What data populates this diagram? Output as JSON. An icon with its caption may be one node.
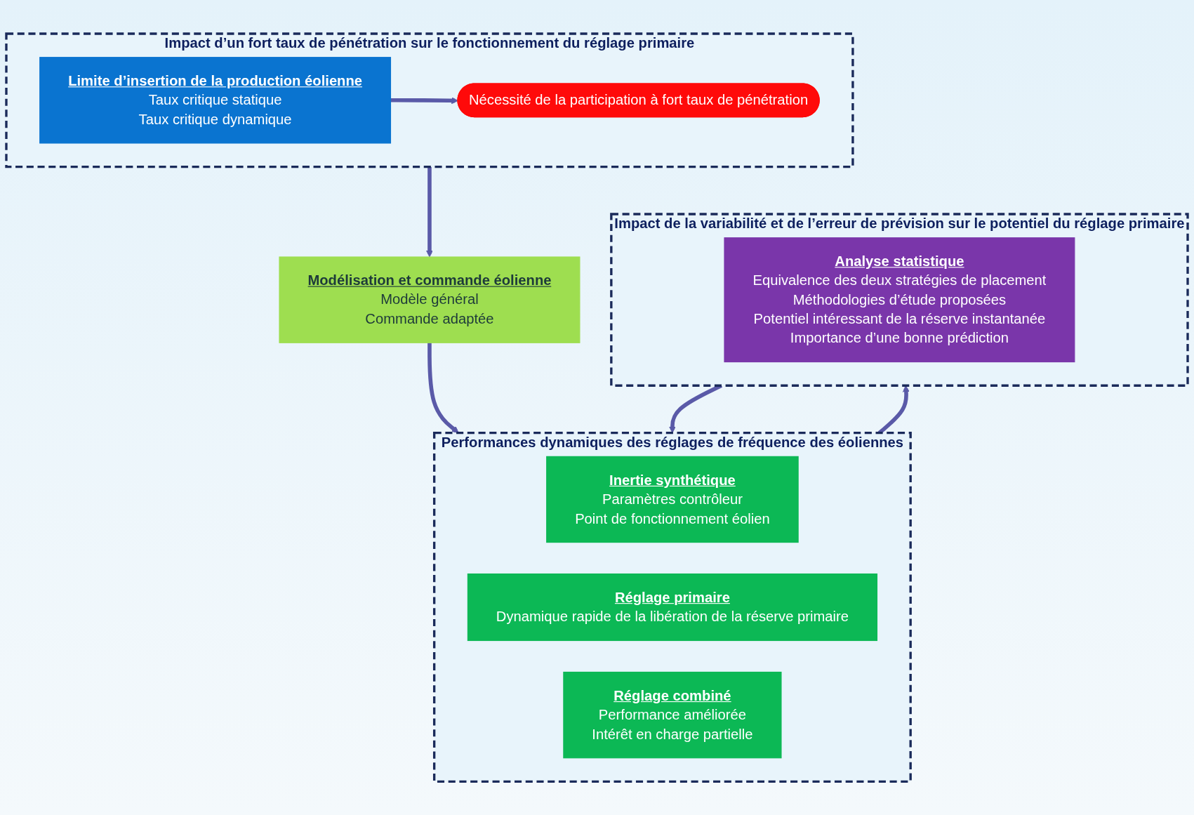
{
  "diagram": {
    "nodes": [
      {
        "text": [
          "Impact d’un fort taux de pénétration sur le fonctionnement du réglage primaire"
        ]
      },
      {
        "text": [
          "Limite d’insertion de la production éolienne",
          "Taux critique statique",
          "Taux critique dynamique"
        ],
        "in": 0
      },
      {
        "text": [
          "Nécessité de la participation à fort taux de pénétration"
        ],
        "in": 0
      },
      {
        "text": [
          "Modélisation et commande éolienne",
          "Modèle général",
          "Commande adaptée"
        ]
      },
      {
        "text": [
          "Performances dynamiques des réglages de fréquence des éoliennes"
        ]
      },
      {
        "text": [
          "Inertie synthétique",
          "Paramètres contrôleur",
          "Point de fonctionnement éolien"
        ],
        "in": 4
      },
      {
        "text": [
          "Réglage primaire",
          "Dynamique rapide de la libération de la réserve primaire"
        ],
        "in": 4
      },
      {
        "text": [
          "Réglage combiné",
          "Performance améliorée",
          "Intérêt en charge partielle"
        ],
        "in": 4
      },
      {
        "text": [
          "Impact de la variabilité et de l’erreur de prévision sur le potentiel du réglage primaire"
        ]
      },
      {
        "text": [
          "Analyse statistique",
          "Equivalence des deux stratégies de placement",
          "Méthodologies d’étude proposées",
          "Potentiel intéressant de la réserve instantanée",
          "Importance d’une bonne prédiction"
        ],
        "in": 8
      }
    ],
    "edges": [
      {
        "from": 1,
        "to": 2,
        "arrow": "to"
      },
      {
        "from": 0,
        "to": 3,
        "arrow": "to"
      },
      {
        "from": 3,
        "to": 4,
        "arrow": "to"
      },
      {
        "from": 4,
        "to": 8,
        "arrow": "to"
      },
      {
        "from": 8,
        "to": 4,
        "arrow": "to"
      }
    ]
  }
}
